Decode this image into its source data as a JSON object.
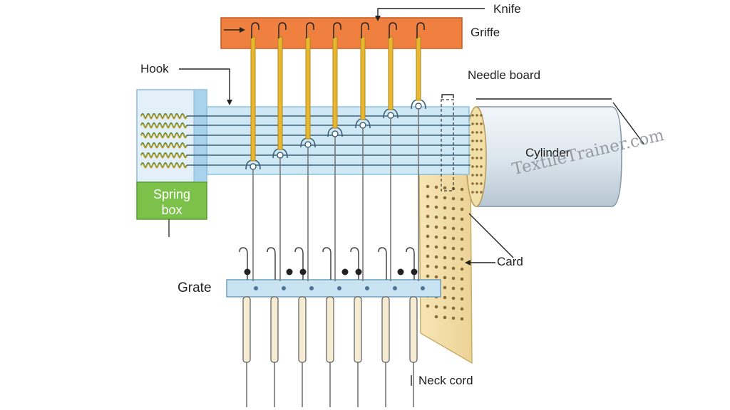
{
  "labels": {
    "knife": "Knife",
    "griffe": "Griffe",
    "hook": "Hook",
    "needle_board": "Needle board",
    "cylinder": "Cylinder",
    "spring_box": [
      "Spring",
      "box"
    ],
    "card": "Card",
    "grate": "Grate",
    "neck_cord": "Neck cord"
  },
  "watermark": "TextileTrainer.com",
  "colors": {
    "griffe": "#f08040",
    "hook": "#e8b830",
    "needle_board": "#cfe8f5",
    "spring_box_top": "#dcecf7",
    "spring_box_bottom": "#7cc24a",
    "card": "#f3dfaa",
    "cylinder": "#e4eef5",
    "grate": "#c9e3f2"
  }
}
